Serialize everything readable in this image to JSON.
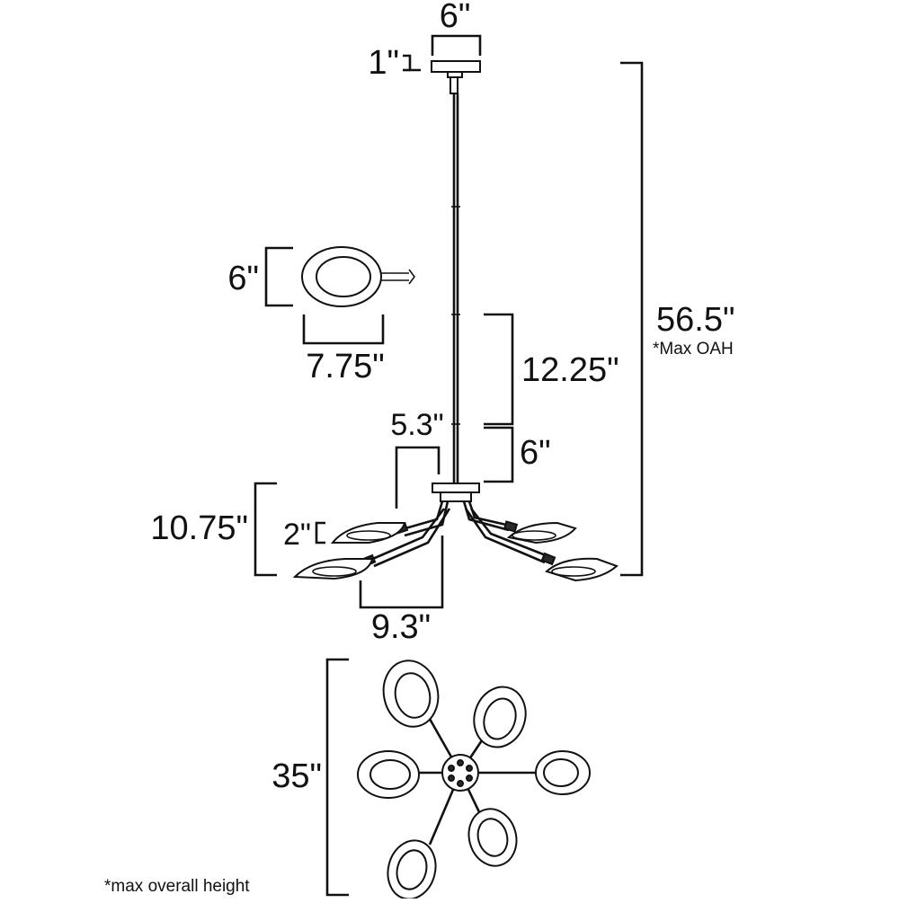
{
  "dimensions": {
    "canopy_width": "6\"",
    "canopy_height": "1\"",
    "shade_height": "6\"",
    "shade_width": "7.75\"",
    "overall_height": "56.5\"",
    "overall_height_note": "*Max OAH",
    "rod_segment": "12.25\"",
    "hub_to_rod": "6\"",
    "arm_offset": "5.3\"",
    "fixture_height": "10.75\"",
    "shade_depth": "2\"",
    "arm_reach": "9.3\"",
    "overall_diameter": "35\""
  },
  "footnote": "*max overall height",
  "colors": {
    "line": "#111111",
    "background": "#ffffff"
  }
}
